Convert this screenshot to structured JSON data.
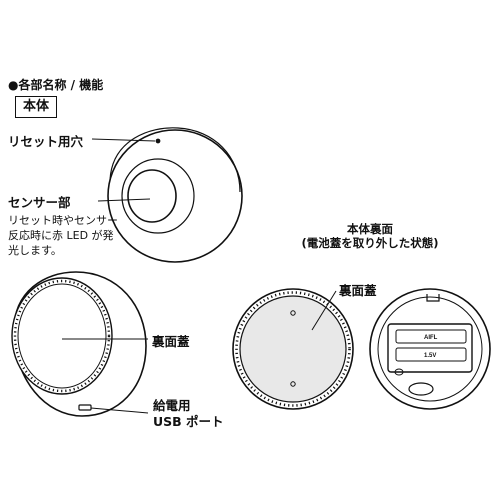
{
  "section_heading": "●各部名称 / 機能",
  "body_label": "本体",
  "labels": {
    "reset_hole": "リセット用穴",
    "sensor": "センサー部",
    "sensor_note_1": "リセット時やセンサー",
    "sensor_note_2": "反応時に赤 LED が発",
    "sensor_note_3": "光します。",
    "back_cover": "裏面蓋",
    "usb_1": "給電用",
    "usb_2": "USB ポート",
    "back_title_1": "本体裏面",
    "back_title_2": "(電池蓋を取り外した状態)",
    "back_cover_2": "裏面蓋"
  },
  "battery": {
    "cell_1": "AIFL",
    "cell_2": "1.5V"
  }
}
